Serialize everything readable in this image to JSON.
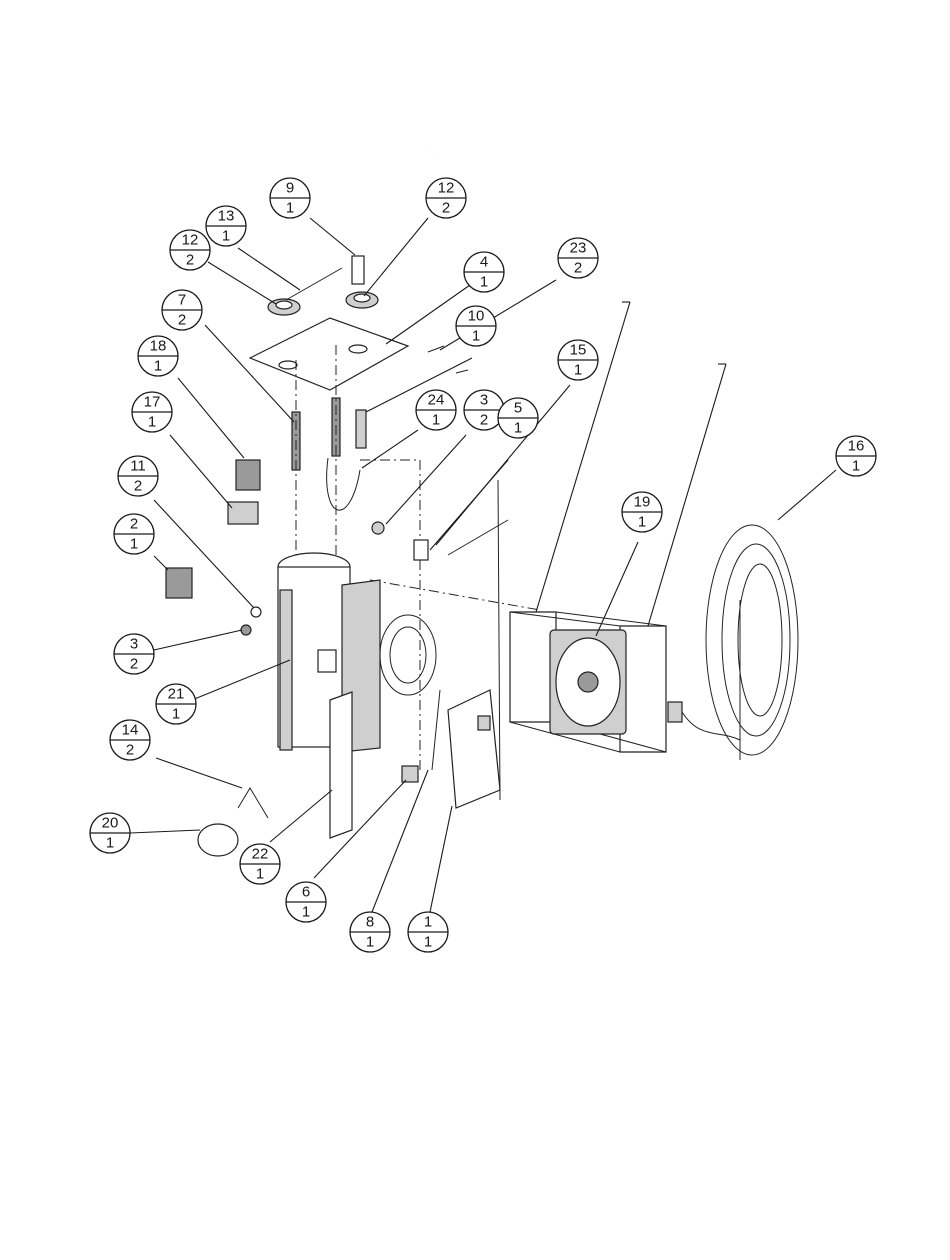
{
  "diagram": {
    "balloons": [
      {
        "id": "b-9",
        "number": "9",
        "qty": "1"
      },
      {
        "id": "b-12a",
        "number": "12",
        "qty": "2"
      },
      {
        "id": "b-13",
        "number": "13",
        "qty": "1"
      },
      {
        "id": "b-12b",
        "number": "12",
        "qty": "2"
      },
      {
        "id": "b-4",
        "number": "4",
        "qty": "1"
      },
      {
        "id": "b-23",
        "number": "23",
        "qty": "2"
      },
      {
        "id": "b-10",
        "number": "10",
        "qty": "1"
      },
      {
        "id": "b-7",
        "number": "7",
        "qty": "2"
      },
      {
        "id": "b-18",
        "number": "18",
        "qty": "1"
      },
      {
        "id": "b-15",
        "number": "15",
        "qty": "1"
      },
      {
        "id": "b-24",
        "number": "24",
        "qty": "1"
      },
      {
        "id": "b-3a",
        "number": "3",
        "qty": "2"
      },
      {
        "id": "b-5",
        "number": "5",
        "qty": "1"
      },
      {
        "id": "b-17",
        "number": "17",
        "qty": "1"
      },
      {
        "id": "b-16",
        "number": "16",
        "qty": "1"
      },
      {
        "id": "b-11",
        "number": "11",
        "qty": "2"
      },
      {
        "id": "b-19",
        "number": "19",
        "qty": "1"
      },
      {
        "id": "b-2",
        "number": "2",
        "qty": "1"
      },
      {
        "id": "b-3b",
        "number": "3",
        "qty": "2"
      },
      {
        "id": "b-21",
        "number": "21",
        "qty": "1"
      },
      {
        "id": "b-14",
        "number": "14",
        "qty": "2"
      },
      {
        "id": "b-20",
        "number": "20",
        "qty": "1"
      },
      {
        "id": "b-22",
        "number": "22",
        "qty": "1"
      },
      {
        "id": "b-6",
        "number": "6",
        "qty": "1"
      },
      {
        "id": "b-8",
        "number": "8",
        "qty": "1"
      },
      {
        "id": "b-1",
        "number": "1",
        "qty": "1"
      }
    ]
  }
}
